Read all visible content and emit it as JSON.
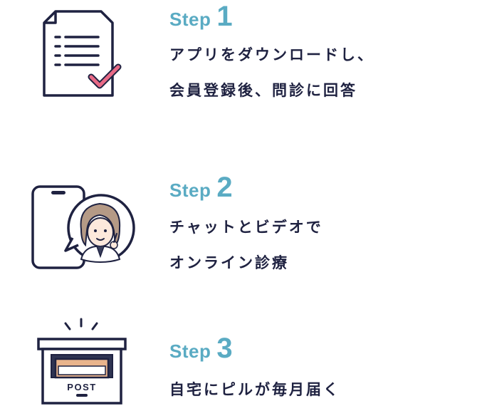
{
  "colors": {
    "step_accent": "#5aabc3",
    "text": "#1f2241",
    "check": "#e86a86",
    "parcel": "#e9b48c",
    "outline": "#1f2241"
  },
  "steps": [
    {
      "word": "Step",
      "number": "1",
      "icon": "document-check-icon",
      "lines": [
        "アプリをダウンロードし、",
        "会員登録後、問診に回答"
      ]
    },
    {
      "word": "Step",
      "number": "2",
      "icon": "smartphone-doctor-chat-icon",
      "lines": [
        "チャットとビデオで",
        "オンライン診療"
      ]
    },
    {
      "word": "Step",
      "number": "3",
      "icon": "postbox-parcel-icon",
      "lines": [
        "自宅にピルが毎月届く"
      ]
    }
  ],
  "postbox_label": "POST"
}
